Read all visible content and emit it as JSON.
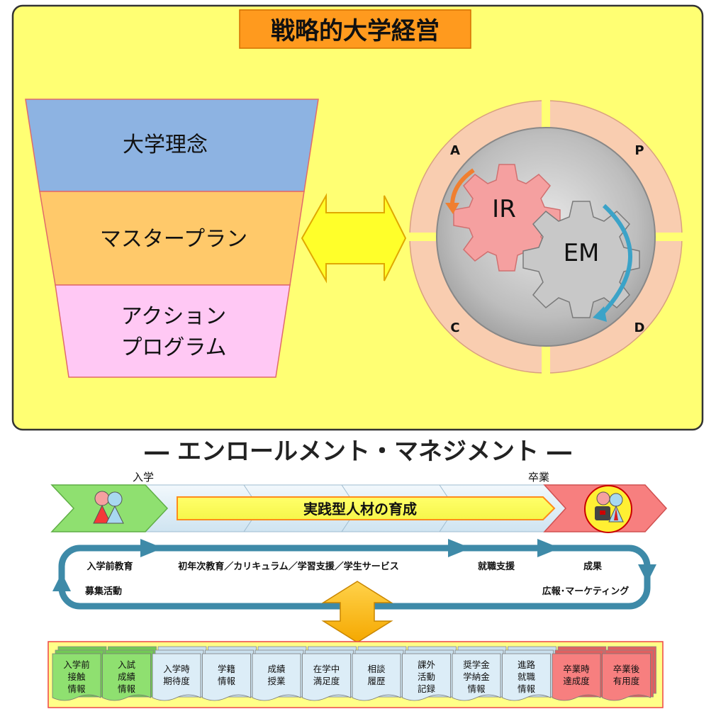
{
  "title": "戦略的大学経営",
  "funnel": {
    "top": "大学理念",
    "middle": "マスタープラン",
    "bottom_line1": "アクション",
    "bottom_line2": "プログラム"
  },
  "pdca": {
    "a": "A",
    "p": "P",
    "c": "C",
    "d": "D"
  },
  "gears": {
    "ir": "IR",
    "em": "EM"
  },
  "em_heading": "― エンロールメント・マネジメント ―",
  "timeline": {
    "entry": "入学",
    "graduation": "卒業",
    "banner": "実践型人材の育成"
  },
  "cycle": {
    "pre_education": "入学前教育",
    "first_year": "初年次教育／カリキュラム／学習支援／学生サービス",
    "job_support": "就職支援",
    "outcome": "成果",
    "recruitment": "募集活動",
    "pr_marketing": "広報･マーケティング"
  },
  "data_cards": [
    {
      "line1": "入学前",
      "line2": "接触",
      "line3": "情報"
    },
    {
      "line1": "入試",
      "line2": "成績",
      "line3": "情報"
    },
    {
      "line1": "入学時",
      "line2": "期待度",
      "line3": ""
    },
    {
      "line1": "学籍",
      "line2": "情報",
      "line3": ""
    },
    {
      "line1": "成績",
      "line2": "授業",
      "line3": ""
    },
    {
      "line1": "在学中",
      "line2": "満足度",
      "line3": ""
    },
    {
      "line1": "相談",
      "line2": "履歴",
      "line3": ""
    },
    {
      "line1": "課外",
      "line2": "活動",
      "line3": "記録"
    },
    {
      "line1": "奨学金",
      "line2": "学納金",
      "line3": "情報"
    },
    {
      "line1": "進路",
      "line2": "就職",
      "line3": "情報"
    },
    {
      "line1": "卒業時",
      "line2": "達成度",
      "line3": ""
    },
    {
      "line1": "卒業後",
      "line2": "有用度",
      "line3": ""
    }
  ]
}
